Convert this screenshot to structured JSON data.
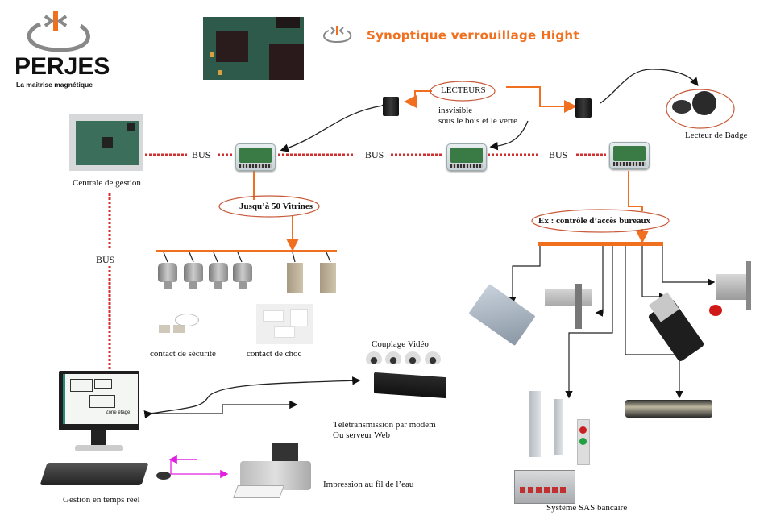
{
  "header": {
    "brand_name": "PERJES",
    "brand_tagline": "La maitrise magnétique",
    "title": "Synoptique verrouillage  Hight",
    "logo_icon": "magnet-power-logo-icon",
    "banner_image": "circuit-board-photo"
  },
  "colors": {
    "accent_orange": "#f07020",
    "bus_red": "#d03030",
    "arrow_magenta": "#e020e0",
    "connector_black": "#111111"
  },
  "nodes": {
    "central": {
      "label": "Centrale de gestion",
      "icon": "control-board-icon"
    },
    "bus_labels": [
      "BUS",
      "BUS",
      "BUS",
      "BUS"
    ],
    "readers": {
      "callout": "LECTEURS",
      "note_line1": "insvisible",
      "note_line2": "sous le bois et le verre"
    },
    "badge_reader": {
      "label": "Lecteur de Badge",
      "icon": "badge-fob-icon"
    },
    "vitrines": {
      "callout": "Jusqu’à 50 Vitrines",
      "contact_security": "contact de sécurité",
      "contact_shock": "contact de choc"
    },
    "office_access": {
      "callout": "Ex : contrôle d’accès bureaux",
      "sas_label": "Système SAS bancaire"
    },
    "video": {
      "label": "Couplage Vidéo",
      "camera_count": 4,
      "telecom_line1": "Télétransmission par modem",
      "telecom_line2": "Ou serveur Web"
    },
    "workstation": {
      "label": "Gestion en temps réel",
      "screen_text": "Zone étage"
    },
    "printer": {
      "label": "Impression au fil de l’eau"
    }
  }
}
